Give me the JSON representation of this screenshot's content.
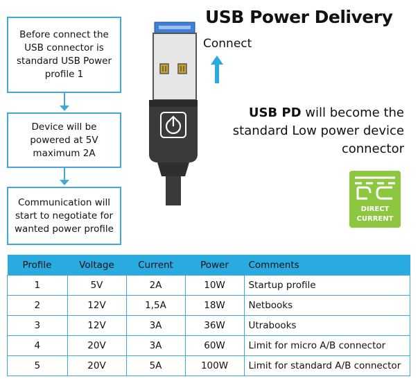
{
  "title": "USB Power Delivery",
  "flow": {
    "steps": [
      "Before connect the\nUSB connector is\nstandard USB Power\nprofile 1",
      "Device will be\npowered at 5V\nmaximum 2A",
      "Communication will\nstart to negotiate for\nwanted power profile"
    ]
  },
  "connector": {
    "connect_label": "Connect",
    "pd_bold": "USB PD",
    "pd_rest_line1": " will become the",
    "pd_line2": "standard Low power device",
    "pd_line3": "connector"
  },
  "badge": {
    "line1": "DIRECT",
    "line2": "CURRENT",
    "color": "#8dc63f"
  },
  "colors": {
    "accent": "#29abe2",
    "border": "#3fa9dd",
    "connector": "#333333"
  },
  "table": {
    "headers": [
      "Profile",
      "Voltage",
      "Current",
      "Power",
      "Comments"
    ],
    "rows": [
      [
        "1",
        "5V",
        "2A",
        "10W",
        "Startup profile"
      ],
      [
        "2",
        "12V",
        "1,5A",
        "18W",
        "Netbooks"
      ],
      [
        "3",
        "12V",
        "3A",
        "36W",
        "Utrabooks"
      ],
      [
        "4",
        "20V",
        "3A",
        "60W",
        "Limit for micro A/B connector"
      ],
      [
        "5",
        "20V",
        "5A",
        "100W",
        "Limit for standard A/B connector"
      ]
    ]
  }
}
